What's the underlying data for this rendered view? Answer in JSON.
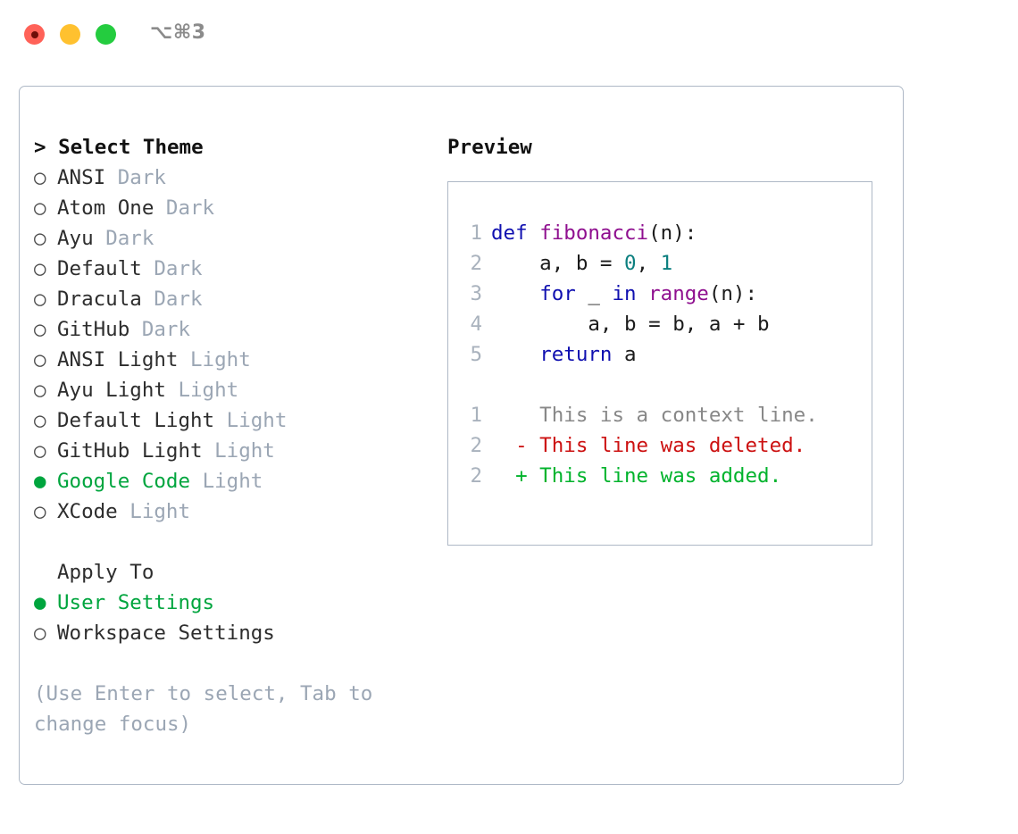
{
  "window": {
    "shortcut": "⌥⌘3",
    "traffic_lights": [
      {
        "name": "close",
        "color": "#ff6258"
      },
      {
        "name": "minimize",
        "color": "#ffc12f"
      },
      {
        "name": "maximize",
        "color": "#24cc3f"
      }
    ]
  },
  "colors": {
    "accent_green": "#00a53e",
    "muted_gray": "#9ba6b4",
    "border": "#aeb8c6",
    "keyword_blue": "#1010b0",
    "function_purple": "#8f0f8f",
    "number_teal": "#0b7f7f",
    "diff_added": "#00b32c",
    "diff_deleted": "#cc1111",
    "diff_context": "#888888"
  },
  "theme_section": {
    "caret": ">",
    "title": "Select Theme",
    "marker_selected": "●",
    "marker_unselected": "○",
    "items": [
      {
        "label": "ANSI",
        "tag": "Dark",
        "selected": false
      },
      {
        "label": "Atom One",
        "tag": "Dark",
        "selected": false
      },
      {
        "label": "Ayu",
        "tag": "Dark",
        "selected": false
      },
      {
        "label": "Default",
        "tag": "Dark",
        "selected": false
      },
      {
        "label": "Dracula",
        "tag": "Dark",
        "selected": false
      },
      {
        "label": "GitHub",
        "tag": "Dark",
        "selected": false
      },
      {
        "label": "ANSI Light",
        "tag": "Light",
        "selected": false
      },
      {
        "label": "Ayu Light",
        "tag": "Light",
        "selected": false
      },
      {
        "label": "Default Light",
        "tag": "Light",
        "selected": false
      },
      {
        "label": "GitHub Light",
        "tag": "Light",
        "selected": false
      },
      {
        "label": "Google Code",
        "tag": "Light",
        "selected": true
      },
      {
        "label": "XCode",
        "tag": "Light",
        "selected": false
      }
    ]
  },
  "apply_section": {
    "title": "Apply To",
    "items": [
      {
        "label": "User Settings",
        "selected": true
      },
      {
        "label": "Workspace Settings",
        "selected": false
      }
    ]
  },
  "hint": "(Use Enter to select, Tab to change focus)",
  "preview": {
    "title": "Preview",
    "code_lines": [
      {
        "number": "1",
        "tokens": [
          {
            "text": "def ",
            "type": "kw"
          },
          {
            "text": "fibonacci",
            "type": "fn"
          },
          {
            "text": "(n):",
            "type": "plain"
          }
        ]
      },
      {
        "number": "2",
        "tokens": [
          {
            "text": "    a, b = ",
            "type": "plain"
          },
          {
            "text": "0",
            "type": "num"
          },
          {
            "text": ", ",
            "type": "plain"
          },
          {
            "text": "1",
            "type": "num"
          }
        ]
      },
      {
        "number": "3",
        "tokens": [
          {
            "text": "    ",
            "type": "plain"
          },
          {
            "text": "for",
            "type": "kw"
          },
          {
            "text": " _ ",
            "type": "plain"
          },
          {
            "text": "in",
            "type": "kw"
          },
          {
            "text": " ",
            "type": "plain"
          },
          {
            "text": "range",
            "type": "fn"
          },
          {
            "text": "(n):",
            "type": "plain"
          }
        ]
      },
      {
        "number": "4",
        "tokens": [
          {
            "text": "        a, b = b, a + b",
            "type": "plain"
          }
        ]
      },
      {
        "number": "5",
        "tokens": [
          {
            "text": "    ",
            "type": "plain"
          },
          {
            "text": "return",
            "type": "kw"
          },
          {
            "text": " a",
            "type": "plain"
          }
        ]
      }
    ],
    "diff_lines": [
      {
        "number": "1",
        "sign": " ",
        "text": " This is a context line.",
        "type": "ctx"
      },
      {
        "number": "2",
        "sign": "-",
        "text": " This line was deleted.",
        "type": "del"
      },
      {
        "number": "2",
        "sign": "+",
        "text": " This line was added.",
        "type": "add"
      }
    ]
  }
}
